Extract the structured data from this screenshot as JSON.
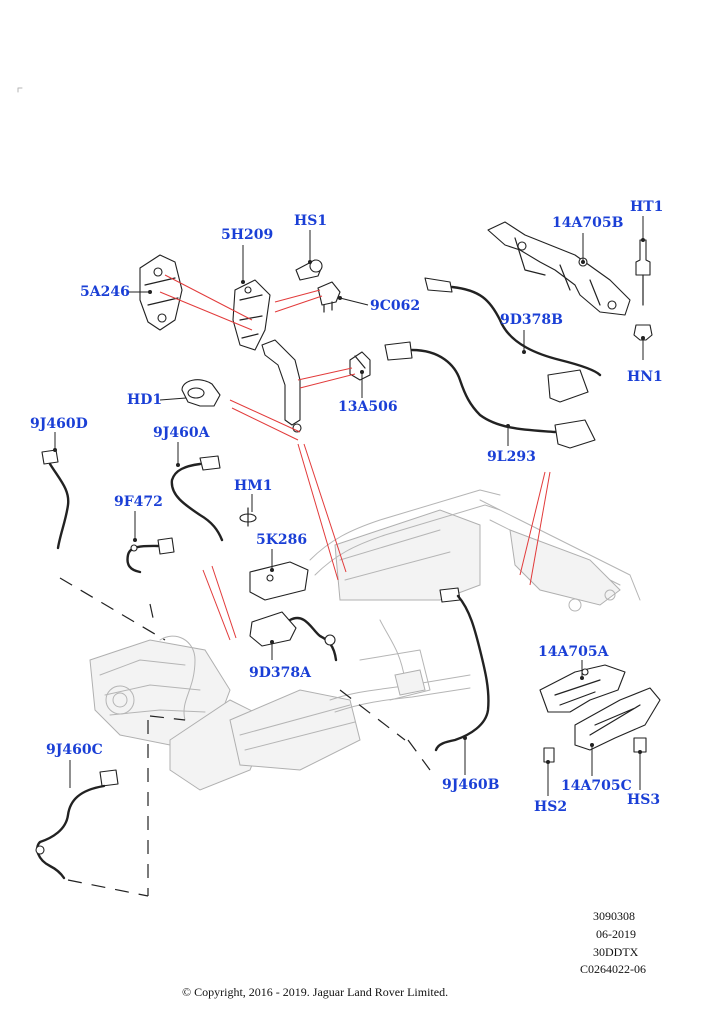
{
  "labels": {
    "5H209": "5H209",
    "HS1": "HS1",
    "14A705B": "14A705B",
    "HT1": "HT1",
    "5A246": "5A246",
    "9C062": "9C062",
    "9D378B": "9D378B",
    "HN1": "HN1",
    "HD1": "HD1",
    "13A506": "13A506",
    "9J460D": "9J460D",
    "9J460A": "9J460A",
    "9L293": "9L293",
    "HM1": "HM1",
    "9F472": "9F472",
    "5K286": "5K286",
    "14A705A": "14A705A",
    "9D378A": "9D378A",
    "9J460C": "9J460C",
    "9J460B": "9J460B",
    "14A705C": "14A705C",
    "HS2": "HS2",
    "HS3": "HS3"
  },
  "reference": {
    "illustration_number": "3090308",
    "date": "06-2019",
    "engine_code": "30DDTX",
    "code": "C0264022-06"
  },
  "copyright": "© Copyright, 2016 - 2019. Jaguar Land Rover Limited.",
  "colors": {
    "label": "#1a3fd6",
    "callout_line": "#e23b3b",
    "line_art": "#222222",
    "ghost_art": "#b5b5b5"
  }
}
